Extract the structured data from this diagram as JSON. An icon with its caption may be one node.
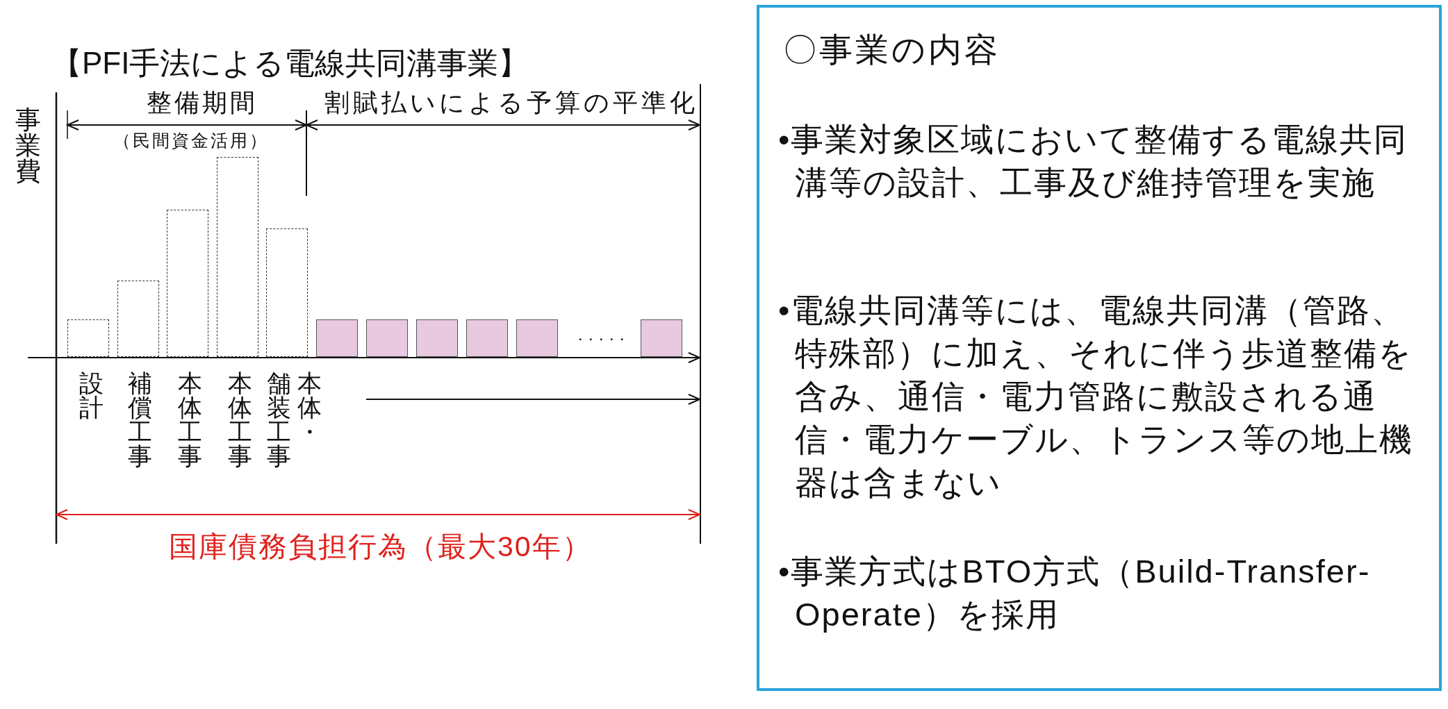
{
  "diagram": {
    "title": "【PFI手法による電線共同溝事業】",
    "nodes": [
      {
        "text": [],
        "shape": "bar"
      },
      {
        "text": [],
        "shape": "bar"
      },
      {
        "text": [],
        "shape": "bar"
      },
      {
        "text": [],
        "shape": "bar"
      },
      {
        "text": [],
        "shape": "bar"
      },
      {
        "text": [],
        "shape": "bar"
      },
      {
        "text": [],
        "shape": "bar"
      },
      {
        "text": [],
        "shape": "bar"
      },
      {
        "text": [],
        "shape": "bar"
      },
      {
        "text": [],
        "shape": "bar"
      },
      {
        "text": [],
        "shape": "bar"
      },
      {
        "text": [
          "〇事業の内容",
          "•事業対象区域において整備する電線共同溝等の設計、工事及び維持管理を実施",
          "•電線共同溝等には、電線共同溝（管路、特殊部）に加え、それに伴う歩道整備を含み、通信・電力管路に敷設される通信・電力ケーブル、トランス等の地上機器は含まない",
          "•事業方式はBTO方式（Build-Transfer-Operate）を採用"
        ]
      }
    ],
    "labels": [
      "事業費",
      "整備期間",
      "割賦払いによる予算の平準化",
      "（民間資金活用）",
      "・・・・・",
      "設計",
      "補償工事",
      "本体工事",
      "本体工事",
      "舗装工事",
      "本体・",
      "国庫債務負担行為（最大30年）"
    ]
  }
}
